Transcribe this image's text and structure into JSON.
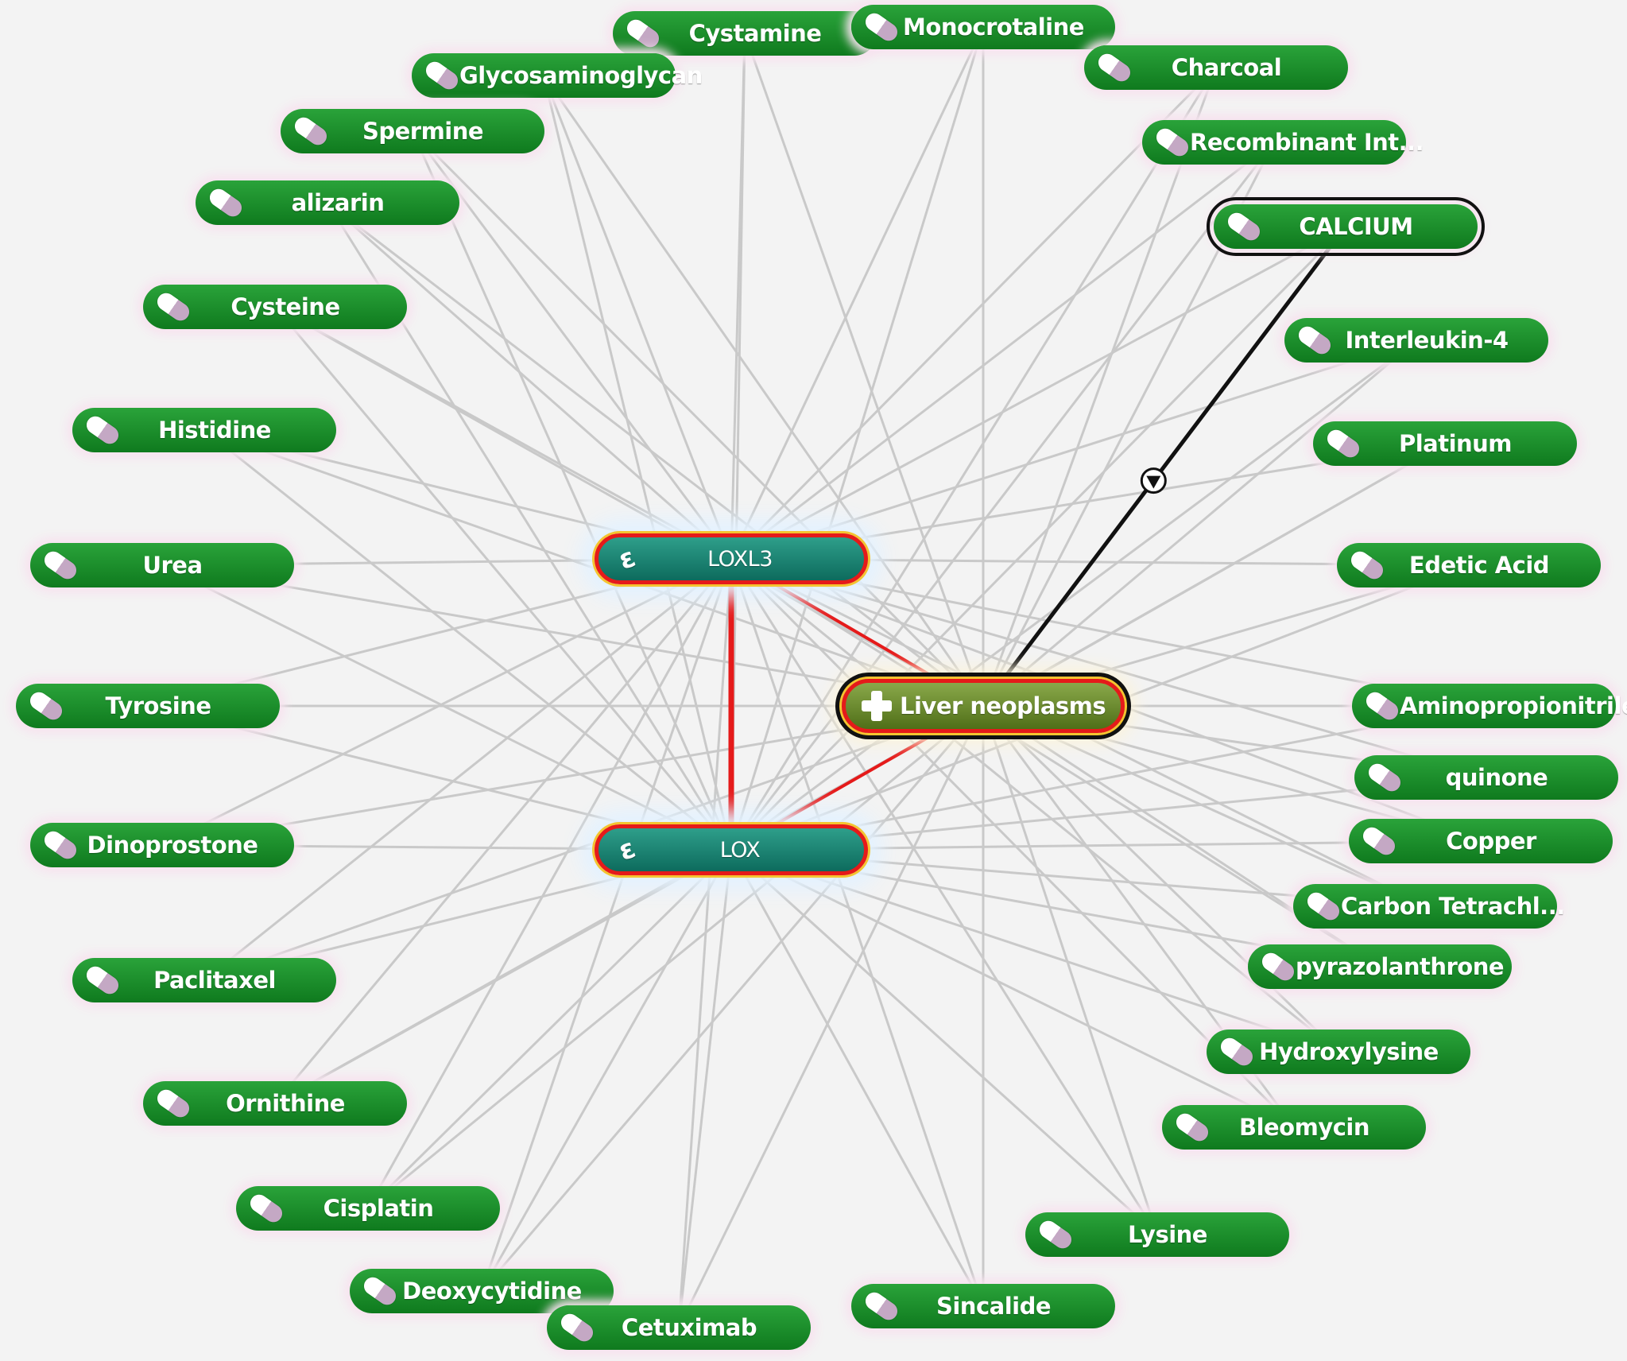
{
  "colors": {
    "edge_default": "#c9c9c9",
    "edge_highlight": "#e51a1a",
    "edge_selected": "#111111",
    "drug_node": "#1e8f2e",
    "gene_node": "#1c8575",
    "disease_node": "#6b8a2e",
    "halo": "#f7e3ef"
  },
  "disease": {
    "label": "Liver neoplasms",
    "icon": "cross-icon"
  },
  "genes": [
    {
      "id": "loxl3",
      "label": "LOXL3",
      "icon": "gene-icon"
    },
    {
      "id": "lox",
      "label": "LOX",
      "icon": "gene-icon"
    }
  ],
  "drugs": [
    {
      "id": "cystamine",
      "label": "Cystamine",
      "icon": "pill-icon"
    },
    {
      "id": "monocrotaline",
      "label": "Monocrotaline",
      "icon": "pill-icon"
    },
    {
      "id": "glycosaminoglycan",
      "label": "Glycosaminoglycan",
      "icon": "pill-icon"
    },
    {
      "id": "charcoal",
      "label": "Charcoal",
      "icon": "pill-icon"
    },
    {
      "id": "spermine",
      "label": "Spermine",
      "icon": "pill-icon"
    },
    {
      "id": "recombinant",
      "label": "Recombinant Int...",
      "icon": "pill-icon"
    },
    {
      "id": "alizarin",
      "label": "alizarin",
      "icon": "pill-icon"
    },
    {
      "id": "calcium",
      "label": "CALCIUM",
      "icon": "pill-icon",
      "selected": true
    },
    {
      "id": "cysteine",
      "label": "Cysteine",
      "icon": "pill-icon"
    },
    {
      "id": "interleukin4",
      "label": "Interleukin-4",
      "icon": "pill-icon"
    },
    {
      "id": "histidine",
      "label": "Histidine",
      "icon": "pill-icon"
    },
    {
      "id": "platinum",
      "label": "Platinum",
      "icon": "pill-icon"
    },
    {
      "id": "urea",
      "label": "Urea",
      "icon": "pill-icon"
    },
    {
      "id": "edetic",
      "label": "Edetic Acid",
      "icon": "pill-icon"
    },
    {
      "id": "tyrosine",
      "label": "Tyrosine",
      "icon": "pill-icon"
    },
    {
      "id": "aminopropionitrile",
      "label": "Aminopropionitrile",
      "icon": "pill-icon"
    },
    {
      "id": "quinone",
      "label": "quinone",
      "icon": "pill-icon"
    },
    {
      "id": "dinoprostone",
      "label": "Dinoprostone",
      "icon": "pill-icon"
    },
    {
      "id": "copper",
      "label": "Copper",
      "icon": "pill-icon"
    },
    {
      "id": "carbontet",
      "label": "Carbon Tetrachl...",
      "icon": "pill-icon"
    },
    {
      "id": "paclitaxel",
      "label": "Paclitaxel",
      "icon": "pill-icon"
    },
    {
      "id": "pyrazolanthrone",
      "label": "pyrazolanthrone",
      "icon": "pill-icon"
    },
    {
      "id": "hydroxylysine",
      "label": "Hydroxylysine",
      "icon": "pill-icon"
    },
    {
      "id": "ornithine",
      "label": "Ornithine",
      "icon": "pill-icon"
    },
    {
      "id": "bleomycin",
      "label": "Bleomycin",
      "icon": "pill-icon"
    },
    {
      "id": "cisplatin",
      "label": "Cisplatin",
      "icon": "pill-icon"
    },
    {
      "id": "lysine",
      "label": "Lysine",
      "icon": "pill-icon"
    },
    {
      "id": "deoxycytidine",
      "label": "Deoxycytidine",
      "icon": "pill-icon"
    },
    {
      "id": "sincalide",
      "label": "Sincalide",
      "icon": "pill-icon"
    },
    {
      "id": "cetuximab",
      "label": "Cetuximab",
      "icon": "pill-icon"
    }
  ],
  "edges": [
    {
      "from": "loxl3",
      "to": "lox",
      "kind": "highlight"
    },
    {
      "from": "loxl3",
      "to": "disease",
      "kind": "highlight"
    },
    {
      "from": "lox",
      "to": "disease",
      "kind": "highlight"
    },
    {
      "from": "calcium",
      "to": "disease",
      "kind": "selected"
    }
  ]
}
